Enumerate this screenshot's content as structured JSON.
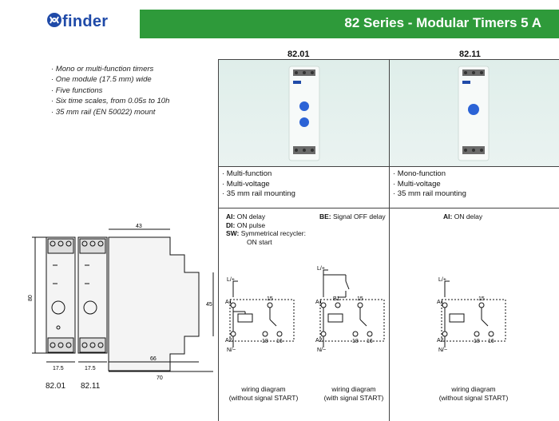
{
  "header": {
    "brand": "finder",
    "title": "82 Series - Modular Timers 5 A"
  },
  "features": [
    "· Mono or multi-function timers",
    "· One module (17.5 mm) wide",
    "· Five functions",
    "· Six time scales, from 0.05s to 10h",
    "· 35 mm rail (EN 50022) mount"
  ],
  "products": [
    {
      "code": "82.01",
      "features": [
        "· Multi-function",
        "· Multi-voltage",
        "· 35 mm rail mounting"
      ],
      "functions": {
        "ai": "AI:",
        "ai_text": " ON delay",
        "be": "BE:",
        "be_text": " Signal OFF delay",
        "di": "DI:",
        "di_text": " ON pulse",
        "sw": "SW:",
        "sw_text": " Symmetrical recycler:",
        "sw_text2": "ON start"
      },
      "diagrams": [
        {
          "caption1": "wiring diagram",
          "caption2": "(without signal START)"
        },
        {
          "caption1": "wiring diagram",
          "caption2": "(with signal START)"
        }
      ]
    },
    {
      "code": "82.11",
      "features": [
        "· Mono-function",
        "· Multi-voltage",
        "· 35 mm rail mounting"
      ],
      "functions": {
        "ai": "AI:",
        "ai_text": " ON delay"
      },
      "diagrams": [
        {
          "caption1": "wiring diagram",
          "caption2": "(without signal START)"
        }
      ]
    }
  ],
  "drawing": {
    "dim_height": "80",
    "dim_width": "17.5",
    "dim_top": "43",
    "dim_side": "45",
    "dim_66": "66",
    "dim_70": "70",
    "label_left": "82.01",
    "label_right": "82.11"
  },
  "wiring": {
    "l": "L/+",
    "n": "N/−",
    "a1": "A1",
    "a2": "A2",
    "b1": "B1",
    "t15": "15",
    "t18": "18",
    "t16": "16"
  },
  "colors": {
    "brand_blue": "#1f4aa8",
    "header_green": "#2e9a3a"
  }
}
